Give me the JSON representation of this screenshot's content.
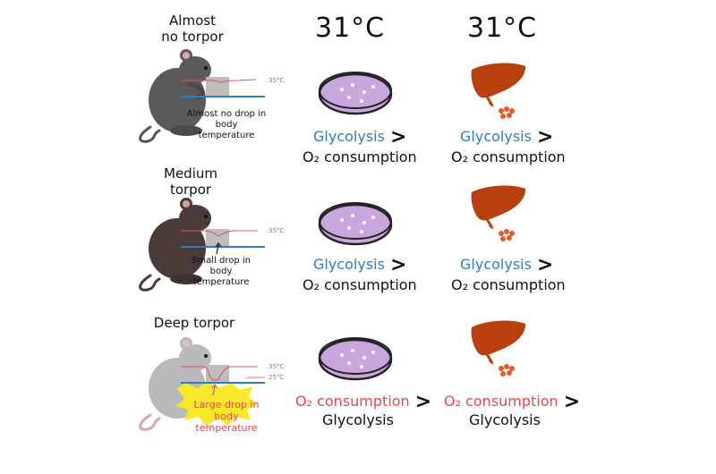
{
  "headers": {
    "col2": "31°C",
    "col3": "31°C"
  },
  "rows": [
    {
      "torpor_label": "Almost\nno torpor",
      "drop_note": "Almost no drop in\nbody temperature",
      "temp_high": "35°C",
      "top_word": "Glycolysis",
      "bottom_word": "O₂ consumption"
    },
    {
      "torpor_label": "Medium\ntorpor",
      "drop_note": "Small drop in\nbody temperature",
      "temp_high": "35°C",
      "top_word": "Glycolysis",
      "bottom_word": "O₂ consumption"
    },
    {
      "torpor_label": "Deep torpor",
      "drop_note": "Large drop in\nbody temperature",
      "temp_high": "35°C",
      "temp_low": "25°C",
      "top_word": "O₂ consumption",
      "bottom_word": "Glycolysis"
    }
  ],
  "comparison_symbol": ">",
  "colors": {
    "blue_word": "#2a7fc0",
    "red_word": "#e8454f",
    "liver": "#b8400f",
    "petri_fill": "#c9a6de",
    "mouse_row1": "#5a5a5c",
    "mouse_row2": "#4a3a38",
    "mouse_row3": "#b9b9bb",
    "burst": "#f7e92a"
  }
}
